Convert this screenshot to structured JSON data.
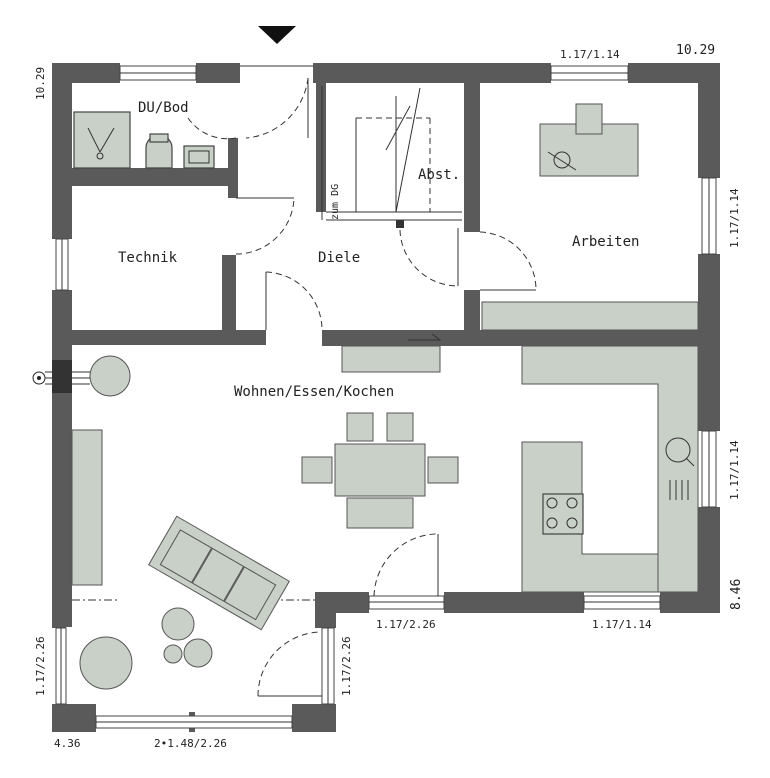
{
  "rooms": {
    "bath": "DU/Bod",
    "technik": "Technik",
    "diele": "Diele",
    "abst": "Abst.",
    "arbeiten": "Arbeiten",
    "living": "Wohnen/Essen/Kochen",
    "stairs": "zum DG"
  },
  "dimensions": {
    "top_right": "10.29",
    "left_top": "10.29",
    "window_top": "1.17/1.14",
    "window_right_upper": "1.17/1.14",
    "window_right_lower": "1.17/1.14",
    "right_bottom": "8.46",
    "door_bottom": "1.17/2.26",
    "window_bottom": "1.17/1.14",
    "left_lower": "1.17/2.26",
    "bay_right": "1.17/2.26",
    "bottom_left": "4.36",
    "bottom_window": "2•1.48/2.26"
  },
  "colors": {
    "wall": "#5a5a5a",
    "furniture": "#c9d0c8"
  },
  "icons": [
    "entrance-arrow-icon",
    "gas-meter-icon"
  ]
}
